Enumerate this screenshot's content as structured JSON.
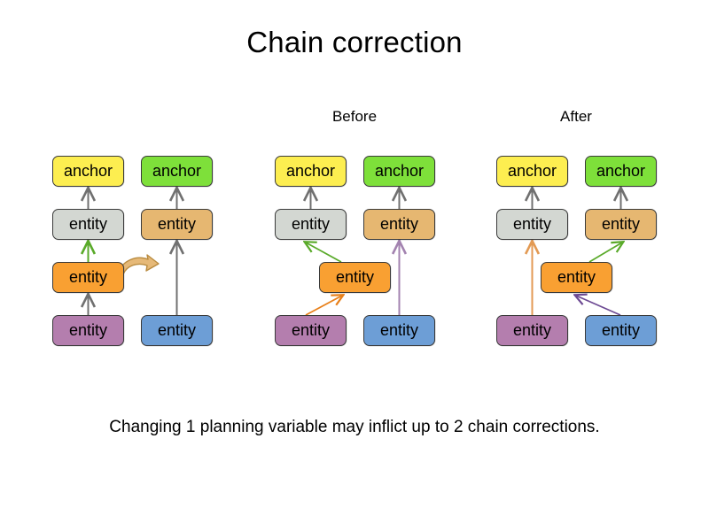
{
  "slide": {
    "title": "Chain correction",
    "caption": "Changing 1 planning variable may inflict up to 2 chain corrections.",
    "background": "#ffffff"
  },
  "labels": {
    "before": "Before",
    "after": "After"
  },
  "palette": {
    "anchor_yellow": "#fdee50",
    "anchor_green": "#7ee03a",
    "entity_gray": "#d3d7d2",
    "entity_tan": "#e6b771",
    "entity_orange": "#f9a032",
    "entity_purple": "#b47eae",
    "entity_blue": "#6d9ed6",
    "arrow_gray": "#707070",
    "arrow_green": "#5aaa2a",
    "arrow_orange": "#e8801a",
    "arrow_lightorange": "#e39a54",
    "arrow_purple_light": "#a383b0",
    "arrow_purple_dark": "#6d4a93",
    "move_arrow_fill": "#e6b978",
    "move_arrow_stroke": "#b98b3f"
  },
  "groups": [
    {
      "id": "initial",
      "label": "",
      "nodes": [
        {
          "id": "g1-anchor-left",
          "text": "anchor",
          "color": "anchor_yellow"
        },
        {
          "id": "g1-anchor-right",
          "text": "anchor",
          "color": "anchor_green"
        },
        {
          "id": "g1-entity-gray",
          "text": "entity",
          "color": "entity_gray"
        },
        {
          "id": "g1-entity-tan",
          "text": "entity",
          "color": "entity_tan"
        },
        {
          "id": "g1-entity-orange",
          "text": "entity",
          "color": "entity_orange"
        },
        {
          "id": "g1-entity-purple",
          "text": "entity",
          "color": "entity_purple"
        },
        {
          "id": "g1-entity-blue",
          "text": "entity",
          "color": "entity_blue"
        }
      ],
      "edges": [
        {
          "from": "g1-entity-gray",
          "to": "g1-anchor-left",
          "color": "arrow_gray"
        },
        {
          "from": "g1-entity-tan",
          "to": "g1-anchor-right",
          "color": "arrow_gray"
        },
        {
          "from": "g1-entity-orange",
          "to": "g1-entity-gray",
          "color": "arrow_green"
        },
        {
          "from": "g1-entity-purple",
          "to": "g1-entity-orange",
          "color": "arrow_gray"
        },
        {
          "from": "g1-entity-blue",
          "to": "g1-entity-tan",
          "color": "arrow_gray"
        }
      ],
      "move_arrow": {
        "label": "move-entity-arrow",
        "from": "g1-entity-orange",
        "direction": "right"
      }
    },
    {
      "id": "before",
      "label": "Before",
      "nodes": [
        {
          "id": "g2-anchor-left",
          "text": "anchor",
          "color": "anchor_yellow"
        },
        {
          "id": "g2-anchor-right",
          "text": "anchor",
          "color": "anchor_green"
        },
        {
          "id": "g2-entity-gray",
          "text": "entity",
          "color": "entity_gray"
        },
        {
          "id": "g2-entity-tan",
          "text": "entity",
          "color": "entity_tan"
        },
        {
          "id": "g2-entity-orange",
          "text": "entity",
          "color": "entity_orange"
        },
        {
          "id": "g2-entity-purple",
          "text": "entity",
          "color": "entity_purple"
        },
        {
          "id": "g2-entity-blue",
          "text": "entity",
          "color": "entity_blue"
        }
      ],
      "edges": [
        {
          "from": "g2-entity-gray",
          "to": "g2-anchor-left",
          "color": "arrow_gray"
        },
        {
          "from": "g2-entity-tan",
          "to": "g2-anchor-right",
          "color": "arrow_gray"
        },
        {
          "from": "g2-entity-orange",
          "to": "g2-entity-gray",
          "color": "arrow_green"
        },
        {
          "from": "g2-entity-purple",
          "to": "g2-entity-orange",
          "color": "arrow_orange"
        },
        {
          "from": "g2-entity-blue",
          "to": "g2-entity-tan",
          "color": "arrow_purple_light"
        }
      ]
    },
    {
      "id": "after",
      "label": "After",
      "nodes": [
        {
          "id": "g3-anchor-left",
          "text": "anchor",
          "color": "anchor_yellow"
        },
        {
          "id": "g3-anchor-right",
          "text": "anchor",
          "color": "anchor_green"
        },
        {
          "id": "g3-entity-gray",
          "text": "entity",
          "color": "entity_gray"
        },
        {
          "id": "g3-entity-tan",
          "text": "entity",
          "color": "entity_tan"
        },
        {
          "id": "g3-entity-orange",
          "text": "entity",
          "color": "entity_orange"
        },
        {
          "id": "g3-entity-purple",
          "text": "entity",
          "color": "entity_purple"
        },
        {
          "id": "g3-entity-blue",
          "text": "entity",
          "color": "entity_blue"
        }
      ],
      "edges": [
        {
          "from": "g3-entity-gray",
          "to": "g3-anchor-left",
          "color": "arrow_gray"
        },
        {
          "from": "g3-entity-tan",
          "to": "g3-anchor-right",
          "color": "arrow_gray"
        },
        {
          "from": "g3-entity-purple",
          "to": "g3-entity-gray",
          "color": "arrow_lightorange"
        },
        {
          "from": "g3-entity-orange",
          "to": "g3-entity-tan",
          "color": "arrow_green"
        },
        {
          "from": "g3-entity-blue",
          "to": "g3-entity-orange",
          "color": "arrow_purple_dark"
        }
      ]
    }
  ]
}
